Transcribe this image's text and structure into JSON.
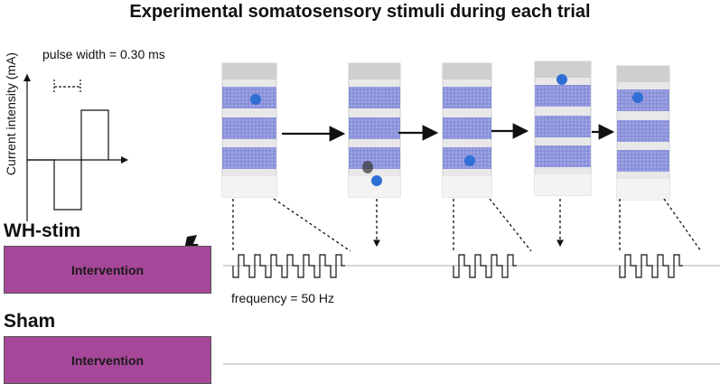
{
  "title": "Experimental somatosensory stimuli during each trial",
  "waveform": {
    "ylabel": "Current intensity  (mA)",
    "pulse_width_label": "pulse width = 0.30 ms"
  },
  "frequency_label": "frequency = 50 Hz",
  "groups": [
    {
      "name": "WH-stim",
      "box_label": "Intervention",
      "icon": "lightning-bolt-icon"
    },
    {
      "name": "Sham",
      "box_label": "Intervention"
    }
  ],
  "colors": {
    "intervention_box": "#a7479a",
    "ball": "#2f6fd6",
    "stripe": "#8f96dd"
  }
}
